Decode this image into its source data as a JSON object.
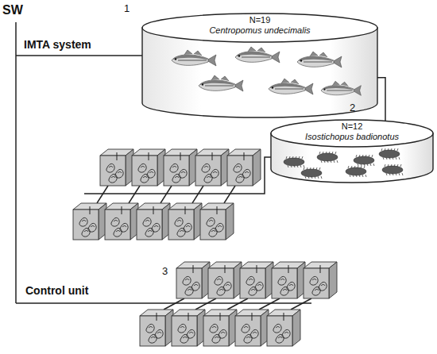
{
  "diagram": {
    "nodes": [
      {
        "text": [
          "N=19",
          "Centropomus undecimalis"
        ]
      },
      {
        "text": [
          "N=12",
          "Isostichopus badionotus"
        ]
      }
    ],
    "edges": [
      {
        "from": 0,
        "to": 1,
        "arrow": "none"
      }
    ],
    "labels": [
      "SW",
      "IMTA system",
      "1",
      "2",
      "Control unit",
      "3"
    ]
  }
}
